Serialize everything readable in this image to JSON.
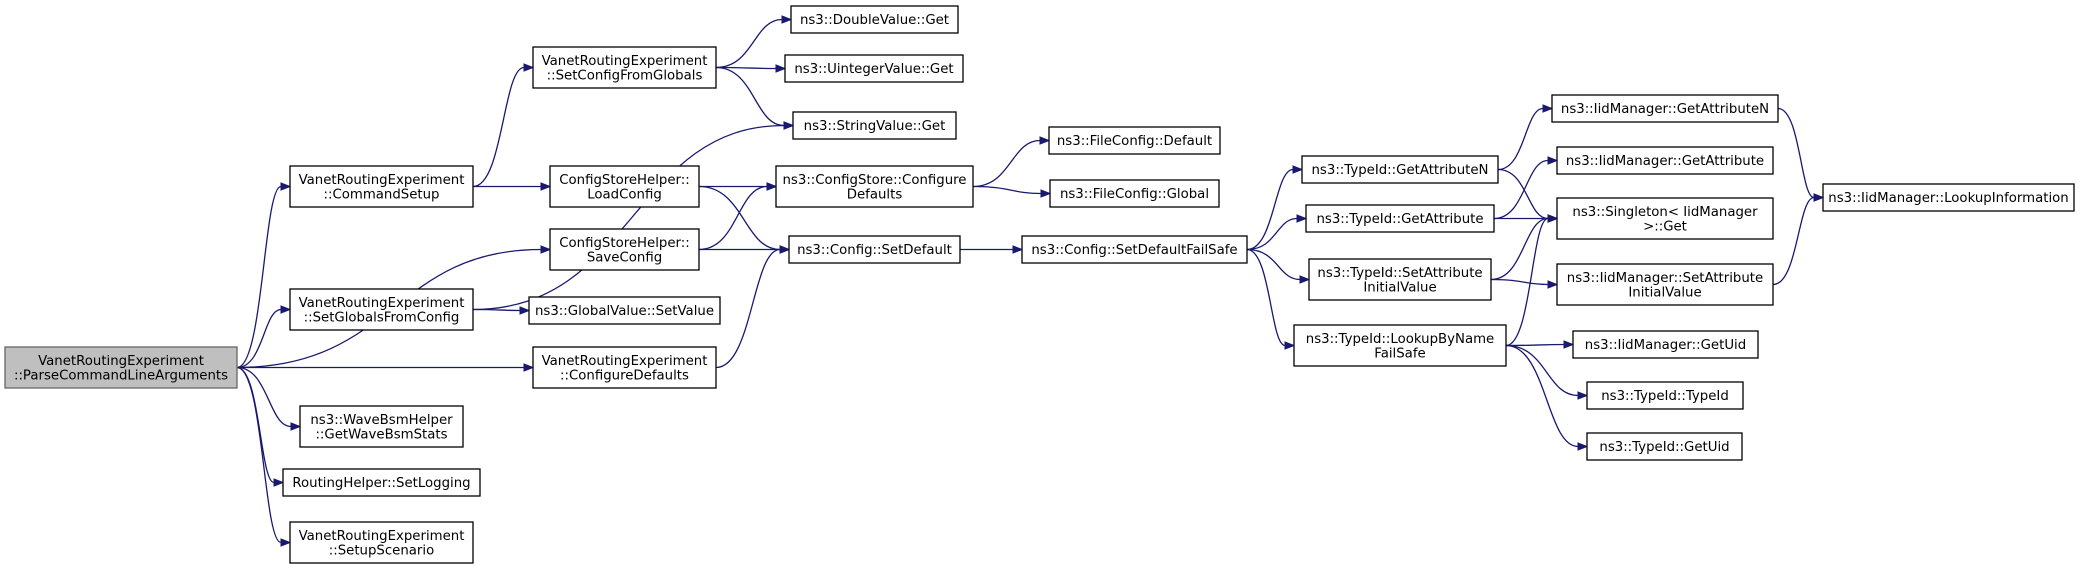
{
  "colors": {
    "edge": "#191970",
    "root_fill": "#bfbfbf",
    "node_fill": "#ffffff",
    "node_border": "#000000"
  },
  "nodes": [
    {
      "id": "parse",
      "lines": [
        "VanetRoutingExperiment",
        "::ParseCommandLineArguments"
      ],
      "root": true
    },
    {
      "id": "cmdsetup",
      "lines": [
        "VanetRoutingExperiment",
        "::CommandSetup"
      ]
    },
    {
      "id": "setglobals",
      "lines": [
        "VanetRoutingExperiment",
        "::SetGlobalsFromConfig"
      ]
    },
    {
      "id": "wavebsm",
      "lines": [
        "ns3::WaveBsmHelper",
        "::GetWaveBsmStats"
      ]
    },
    {
      "id": "setlogging",
      "lines": [
        "RoutingHelper::SetLogging"
      ]
    },
    {
      "id": "setupscenario",
      "lines": [
        "VanetRoutingExperiment",
        "::SetupScenario"
      ]
    },
    {
      "id": "setconfigfromglobals",
      "lines": [
        "VanetRoutingExperiment",
        "::SetConfigFromGlobals"
      ]
    },
    {
      "id": "loadconfig",
      "lines": [
        "ConfigStoreHelper::",
        "LoadConfig"
      ]
    },
    {
      "id": "saveconfig",
      "lines": [
        "ConfigStoreHelper::",
        "SaveConfig"
      ]
    },
    {
      "id": "globalvalueset",
      "lines": [
        "ns3::GlobalValue::SetValue"
      ]
    },
    {
      "id": "configuredefaults",
      "lines": [
        "VanetRoutingExperiment",
        "::ConfigureDefaults"
      ]
    },
    {
      "id": "doubleget",
      "lines": [
        "ns3::DoubleValue::Get"
      ]
    },
    {
      "id": "uintget",
      "lines": [
        "ns3::UintegerValue::Get"
      ]
    },
    {
      "id": "stringget",
      "lines": [
        "ns3::StringValue::Get"
      ]
    },
    {
      "id": "csconfigure",
      "lines": [
        "ns3::ConfigStore::Configure",
        "Defaults"
      ]
    },
    {
      "id": "setdefault",
      "lines": [
        "ns3::Config::SetDefault"
      ]
    },
    {
      "id": "fcdefault",
      "lines": [
        "ns3::FileConfig::Default"
      ]
    },
    {
      "id": "fcglobal",
      "lines": [
        "ns3::FileConfig::Global"
      ]
    },
    {
      "id": "setdefaultfailsafe",
      "lines": [
        "ns3::Config::SetDefaultFailSafe"
      ]
    },
    {
      "id": "tid_getattrn",
      "lines": [
        "ns3::TypeId::GetAttributeN"
      ]
    },
    {
      "id": "tid_getattr",
      "lines": [
        "ns3::TypeId::GetAttribute"
      ]
    },
    {
      "id": "tid_setattr",
      "lines": [
        "ns3::TypeId::SetAttribute",
        "InitialValue"
      ]
    },
    {
      "id": "tid_lookup",
      "lines": [
        "ns3::TypeId::LookupByName",
        "FailSafe"
      ]
    },
    {
      "id": "iid_getattrn",
      "lines": [
        "ns3::IidManager::GetAttributeN"
      ]
    },
    {
      "id": "iid_getattr",
      "lines": [
        "ns3::IidManager::GetAttribute"
      ]
    },
    {
      "id": "singleton",
      "lines": [
        "ns3::Singleton< IidManager",
        " >::Get"
      ]
    },
    {
      "id": "iid_setattr",
      "lines": [
        "ns3::IidManager::SetAttribute",
        "InitialValue"
      ]
    },
    {
      "id": "iid_getuid",
      "lines": [
        "ns3::IidManager::GetUid"
      ]
    },
    {
      "id": "tid_typeid",
      "lines": [
        "ns3::TypeId::TypeId"
      ]
    },
    {
      "id": "tid_getuid",
      "lines": [
        "ns3::TypeId::GetUid"
      ]
    },
    {
      "id": "iid_lookupinfo",
      "lines": [
        "ns3::IidManager::LookupInformation"
      ]
    }
  ],
  "edges": [
    [
      "parse",
      "cmdsetup"
    ],
    [
      "parse",
      "saveconfig"
    ],
    [
      "parse",
      "setglobals"
    ],
    [
      "parse",
      "configuredefaults"
    ],
    [
      "parse",
      "wavebsm"
    ],
    [
      "parse",
      "setlogging"
    ],
    [
      "parse",
      "setupscenario"
    ],
    [
      "cmdsetup",
      "setconfigfromglobals"
    ],
    [
      "cmdsetup",
      "loadconfig"
    ],
    [
      "setglobals",
      "stringget"
    ],
    [
      "setglobals",
      "globalvalueset"
    ],
    [
      "setconfigfromglobals",
      "doubleget"
    ],
    [
      "setconfigfromglobals",
      "uintget"
    ],
    [
      "setconfigfromglobals",
      "stringget"
    ],
    [
      "loadconfig",
      "csconfigure"
    ],
    [
      "loadconfig",
      "setdefault"
    ],
    [
      "saveconfig",
      "csconfigure"
    ],
    [
      "saveconfig",
      "setdefault"
    ],
    [
      "configuredefaults",
      "setdefault"
    ],
    [
      "csconfigure",
      "fcdefault"
    ],
    [
      "csconfigure",
      "fcglobal"
    ],
    [
      "setdefault",
      "setdefaultfailsafe"
    ],
    [
      "setdefaultfailsafe",
      "tid_getattrn"
    ],
    [
      "setdefaultfailsafe",
      "tid_getattr"
    ],
    [
      "setdefaultfailsafe",
      "tid_setattr"
    ],
    [
      "setdefaultfailsafe",
      "tid_lookup"
    ],
    [
      "tid_getattrn",
      "iid_getattrn"
    ],
    [
      "tid_getattrn",
      "singleton"
    ],
    [
      "tid_getattr",
      "iid_getattr"
    ],
    [
      "tid_getattr",
      "singleton"
    ],
    [
      "tid_setattr",
      "singleton"
    ],
    [
      "tid_setattr",
      "iid_setattr"
    ],
    [
      "tid_lookup",
      "singleton"
    ],
    [
      "tid_lookup",
      "iid_getuid"
    ],
    [
      "tid_lookup",
      "tid_typeid"
    ],
    [
      "tid_lookup",
      "tid_getuid"
    ],
    [
      "iid_getattrn",
      "iid_lookupinfo"
    ],
    [
      "iid_setattr",
      "iid_lookupinfo"
    ]
  ]
}
